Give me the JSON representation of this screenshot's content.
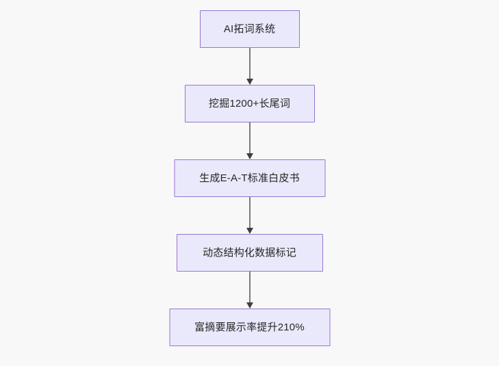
{
  "diagram": {
    "type": "flowchart",
    "orientation": "top-to-bottom",
    "background_color": "#f8f8f8",
    "node_fill_color": "#e9e9fb",
    "node_border_color": "#9673d3",
    "node_text_color": "#262626",
    "edge_line_color": "#7a7a7a",
    "edge_arrow_color": "#3f3f3f",
    "nodes": [
      {
        "id": "n1",
        "label": "AI拓词系统"
      },
      {
        "id": "n2",
        "label": "挖掘1200+长尾词"
      },
      {
        "id": "n3",
        "label": "生成E-A-T标准白皮书"
      },
      {
        "id": "n4",
        "label": "动态结构化数据标记"
      },
      {
        "id": "n5",
        "label": "富摘要展示率提升210%"
      }
    ],
    "edges": [
      {
        "id": "e1",
        "from": "n1",
        "to": "n2"
      },
      {
        "id": "e2",
        "from": "n2",
        "to": "n3"
      },
      {
        "id": "e3",
        "from": "n3",
        "to": "n4"
      },
      {
        "id": "e4",
        "from": "n4",
        "to": "n5"
      }
    ]
  }
}
